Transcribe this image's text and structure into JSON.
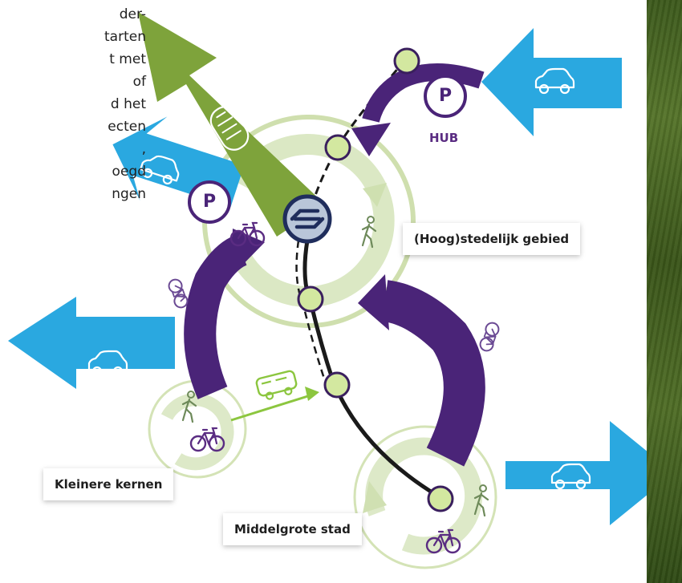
{
  "intro_text": [
    "der-",
    "tarten",
    "t met",
    "of",
    "d het",
    "ecten",
    ",",
    "oegd",
    "ngen"
  ],
  "labels": {
    "urban_area": "(Hoog)stedelijk gebied",
    "smaller_cores": "Kleinere kernen",
    "medium_city": "Middelgrote stad",
    "hub": "HUB",
    "parking": "P"
  },
  "icons": {
    "station": "ns-logo",
    "car": "car-icon",
    "bike": "bike-icon",
    "walk": "pedestrian-icon",
    "bus": "bus-icon",
    "train": "train-icon"
  },
  "colors": {
    "car_arrow": "#2aa8e0",
    "train_arrow": "#7ea33b",
    "bike_flow": "#4a2478",
    "area_ring": "#c9dba6",
    "stop": "#d3e8a0",
    "rail": "#1a1a1a",
    "bus_line": "#8cc63f"
  }
}
